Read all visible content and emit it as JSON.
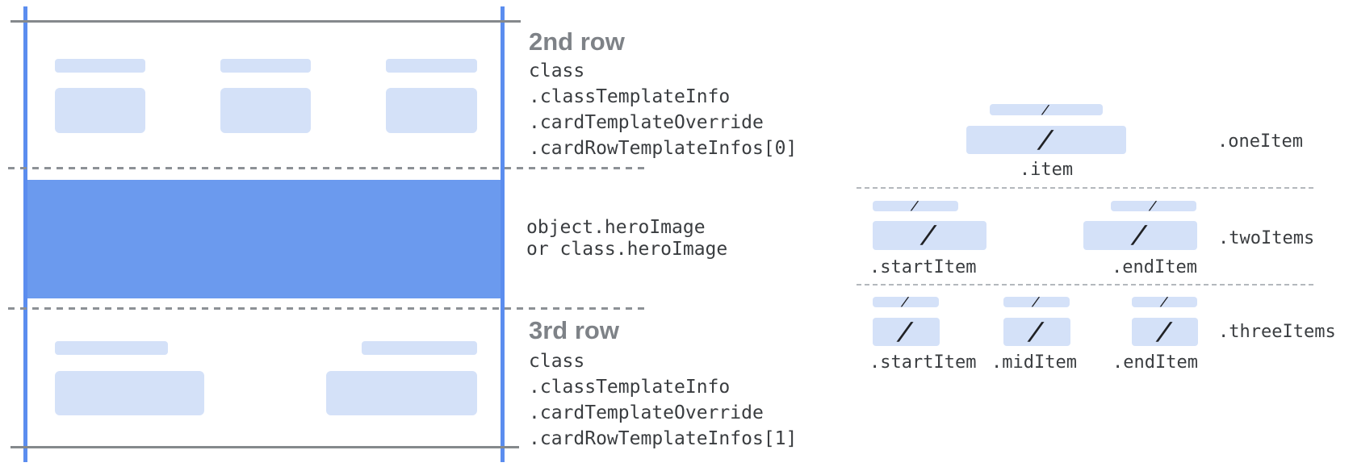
{
  "left_diagram": {
    "row2": {
      "heading": "2nd row",
      "code_lines": [
        "class",
        ".classTemplateInfo",
        ".cardTemplateOverride",
        ".cardRowTemplateInfos[0]"
      ]
    },
    "hero": {
      "code_lines": [
        "object.heroImage",
        "or class.heroImage"
      ]
    },
    "row3": {
      "heading": "3rd row",
      "code_lines": [
        "class",
        ".classTemplateInfo",
        ".cardTemplateOverride",
        ".cardRowTemplateInfos[1]"
      ]
    }
  },
  "right_diagram": {
    "slash_glyph": "/",
    "one_item": {
      "row_label": ".oneItem",
      "item_labels": [
        ".item"
      ]
    },
    "two_items": {
      "row_label": ".twoItems",
      "item_labels": [
        ".startItem",
        ".endItem"
      ]
    },
    "three_items": {
      "row_label": ".threeItems",
      "item_labels": [
        ".startItem",
        ".midItem",
        ".endItem"
      ]
    }
  },
  "colors": {
    "hero_blue": "#6b9aee",
    "guide_line_blue": "#5b8def",
    "placeholder_light_blue": "#d4e1f8",
    "boundary_line_gray": "#85898c",
    "dashed_separator_gray": "#8d9196",
    "dashed_separator_light_gray": "#b4b8bd",
    "heading_gray": "#7e8287",
    "code_text_gray": "#3a3d40",
    "slash_dark": "#202124"
  }
}
